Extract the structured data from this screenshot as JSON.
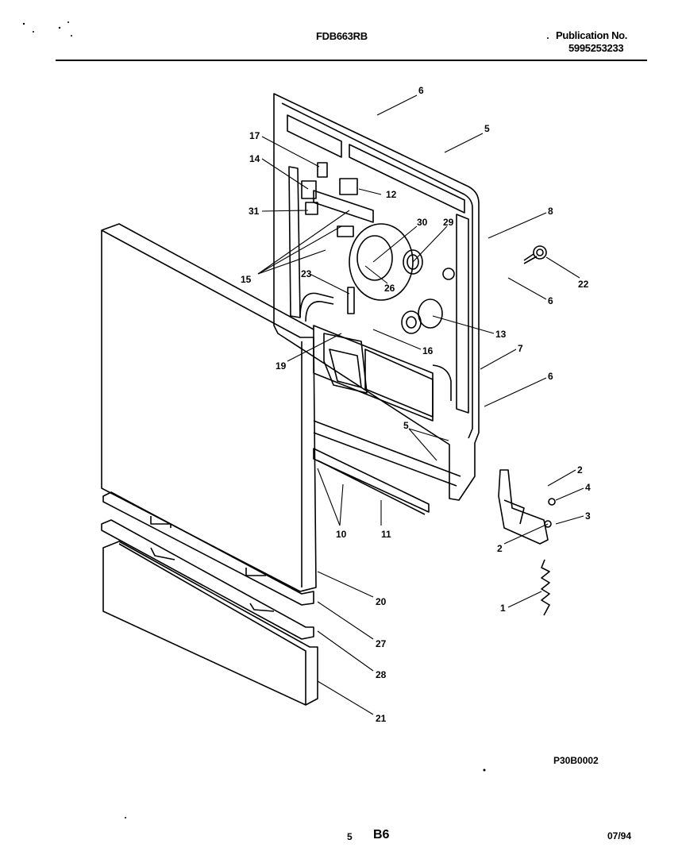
{
  "header": {
    "model": "FDB663RB",
    "publication_label": "Publication No.",
    "publication_number": "5995253233"
  },
  "diagram": {
    "part_labels": [
      "6",
      "5",
      "17",
      "14",
      "12",
      "31",
      "8",
      "30",
      "29",
      "22",
      "15",
      "23",
      "26",
      "6",
      "13",
      "7",
      "16",
      "19",
      "6",
      "5",
      "2",
      "4",
      "3",
      "2",
      "10",
      "11",
      "1",
      "20",
      "27",
      "28",
      "21"
    ]
  },
  "footer": {
    "drawing_code": "P30B0002",
    "page_number": "5",
    "section": "B6",
    "date": "07/94"
  }
}
